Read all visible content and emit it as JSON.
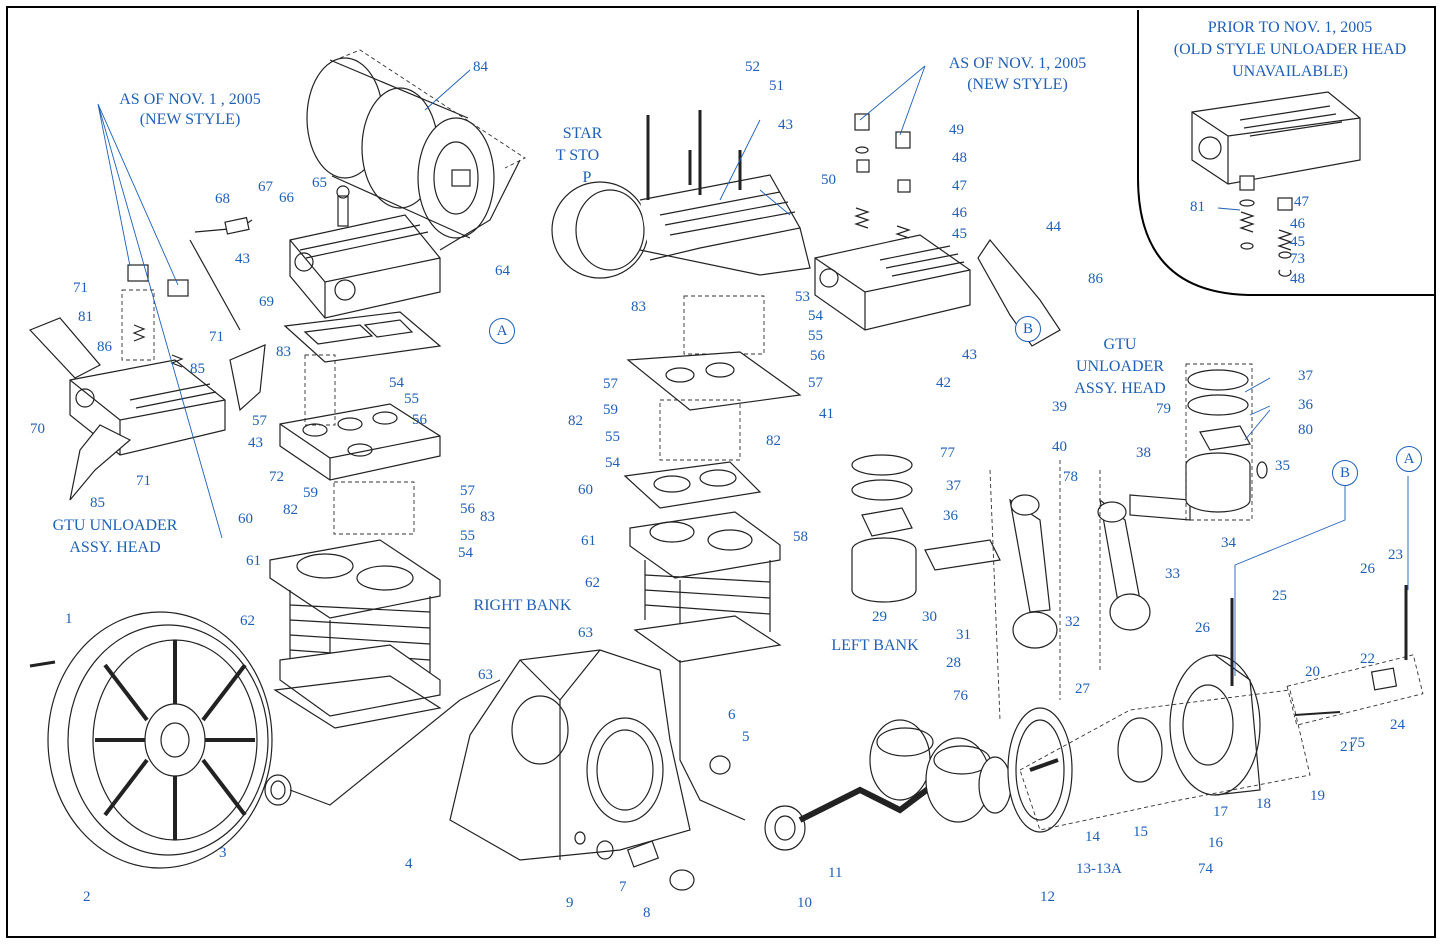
{
  "notes": {
    "prior_1": "PRIOR TO NOV. 1, 2005",
    "prior_2": "(OLD STYLE UNLOADER HEAD",
    "prior_3": "UNAVAILABLE)",
    "asof_left_1": "AS OF NOV. 1 , 2005",
    "asof_left_2": "(NEW STYLE)",
    "asof_right_1": "AS OF NOV. 1, 2005",
    "asof_right_2": "(NEW STYLE)",
    "starstop_1": "STAR",
    "starstop_2": "T STO",
    "starstop_3": "P",
    "gtu_left_1": "GTU UNLOADER",
    "gtu_left_2": "ASSY. HEAD",
    "gtu_right_1": "GTU",
    "gtu_right_2": "UNLOADER",
    "gtu_right_3": "ASSY. HEAD",
    "right_bank": "RIGHT BANK",
    "left_bank": "LEFT BANK"
  },
  "callouts": {
    "A": "A",
    "B": "B"
  },
  "parts": [
    "1",
    "2",
    "3",
    "4",
    "5",
    "6",
    "7",
    "8",
    "9",
    "10",
    "11",
    "12",
    "13-13A",
    "14",
    "15",
    "16",
    "17",
    "18",
    "19",
    "20",
    "21",
    "22",
    "23",
    "24",
    "25",
    "26",
    "27",
    "28",
    "29",
    "30",
    "31",
    "32",
    "33",
    "34",
    "35",
    "36",
    "37",
    "38",
    "39",
    "40",
    "41",
    "42",
    "43",
    "44",
    "45",
    "46",
    "47",
    "48",
    "49",
    "50",
    "51",
    "52",
    "53",
    "54",
    "55",
    "56",
    "57",
    "58",
    "59",
    "60",
    "61",
    "62",
    "63",
    "64",
    "65",
    "66",
    "67",
    "68",
    "69",
    "70",
    "71",
    "72",
    "73",
    "74",
    "75",
    "76",
    "77",
    "78",
    "79",
    "80",
    "81",
    "82",
    "83",
    "84",
    "85",
    "86"
  ]
}
